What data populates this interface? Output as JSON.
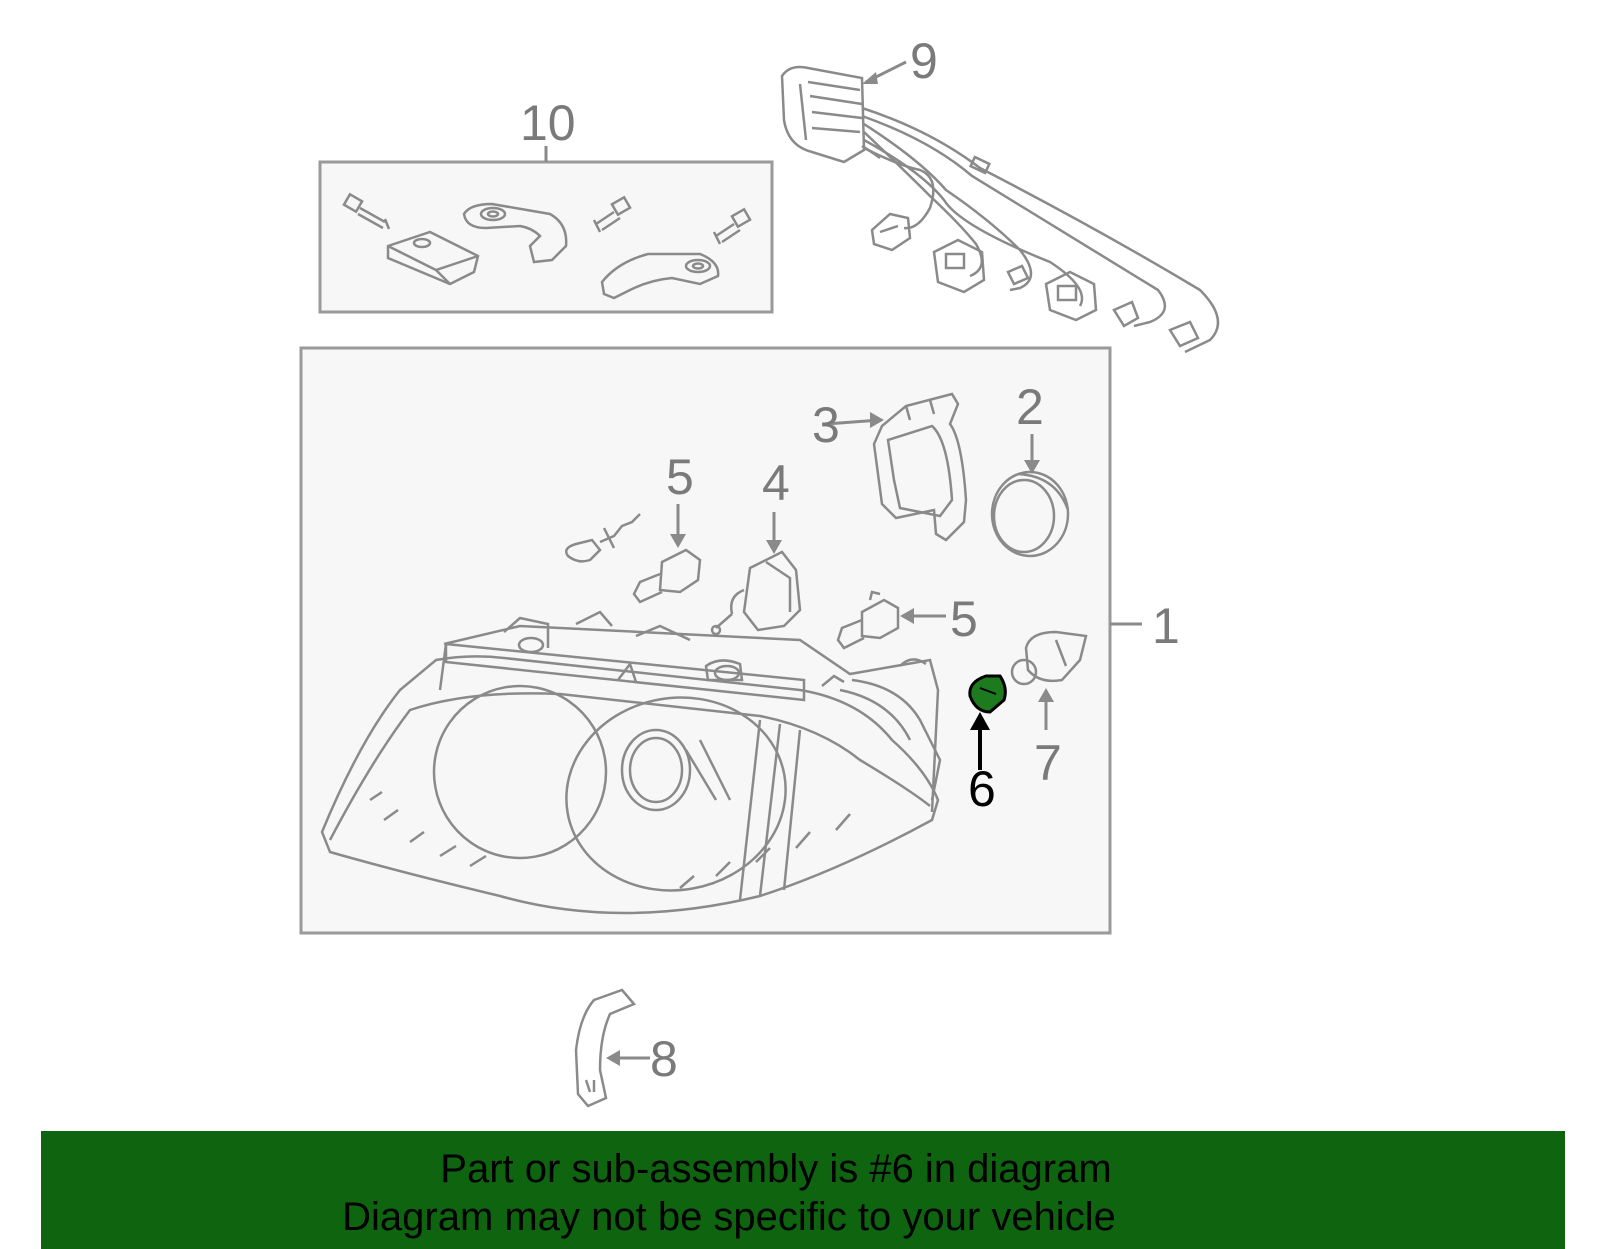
{
  "diagram": {
    "callouts": {
      "c1": "1",
      "c2": "2",
      "c3": "3",
      "c4": "4",
      "c5a": "5",
      "c5b": "5",
      "c6": "6",
      "c7": "7",
      "c8": "8",
      "c9": "9",
      "c10": "10"
    },
    "highlighted_part": "6",
    "colors": {
      "line": "#8a8a8a",
      "box_fill": "#f7f7f7",
      "highlight": "#1e7a1e",
      "banner": "#0f6410"
    }
  },
  "banner": {
    "line1": "Part or sub-assembly is #6 in diagram",
    "line2": "Diagram may not be specific to your vehicle"
  }
}
